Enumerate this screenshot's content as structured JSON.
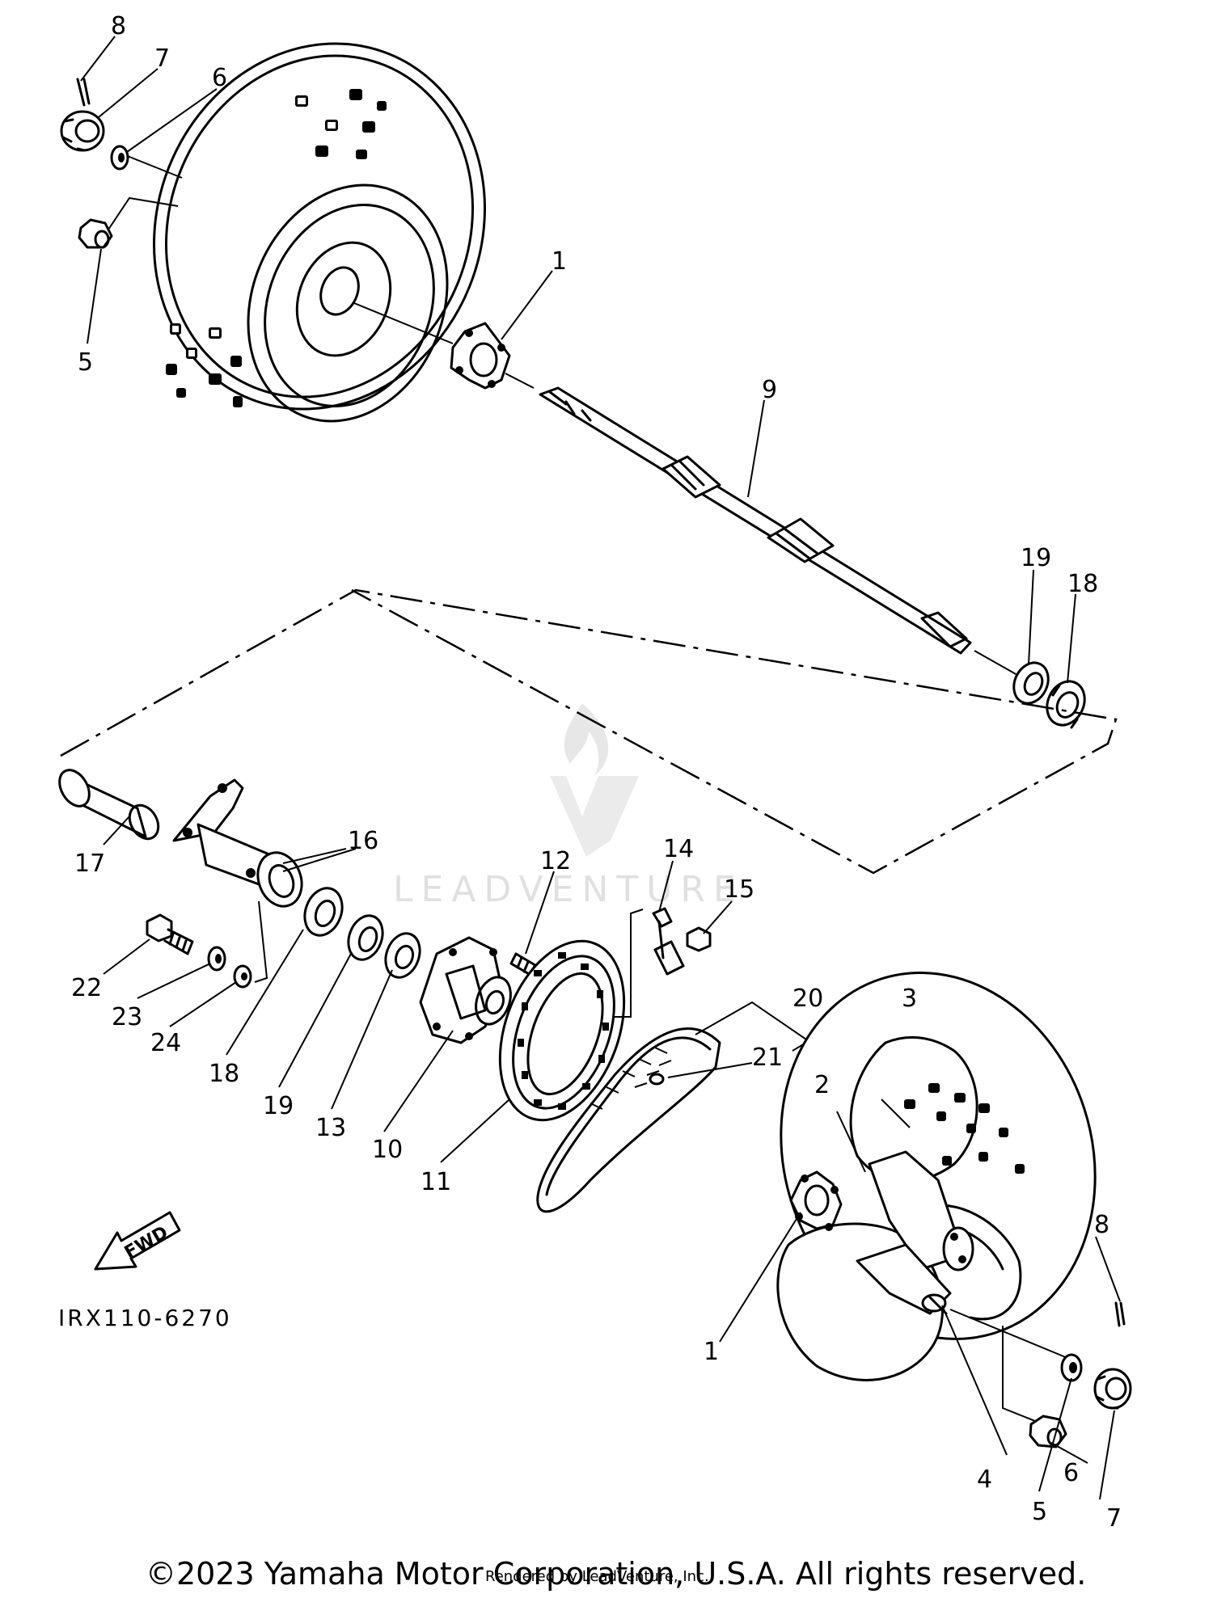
{
  "callouts": {
    "n1": "1",
    "n2": "2",
    "n3": "3",
    "n4": "4",
    "n5": "5",
    "n6": "6",
    "n7": "7",
    "n8": "8",
    "n9": "9",
    "n10": "10",
    "n11": "11",
    "n12": "12",
    "n13": "13",
    "n14": "14",
    "n15": "15",
    "n16": "16",
    "n17": "17",
    "n18": "18",
    "n19": "19",
    "n20": "20",
    "n21": "21",
    "n22": "22",
    "n23": "23",
    "n24": "24"
  },
  "diagram_code": "IRX110-6270",
  "fwd_label": "FWD",
  "watermark": "LEADVENTURE",
  "rendered_by": "Rendered by LeadVenture, Inc.",
  "copyright": "©2023 Yamaha Motor Corporation, U.S.A. All rights reserved."
}
